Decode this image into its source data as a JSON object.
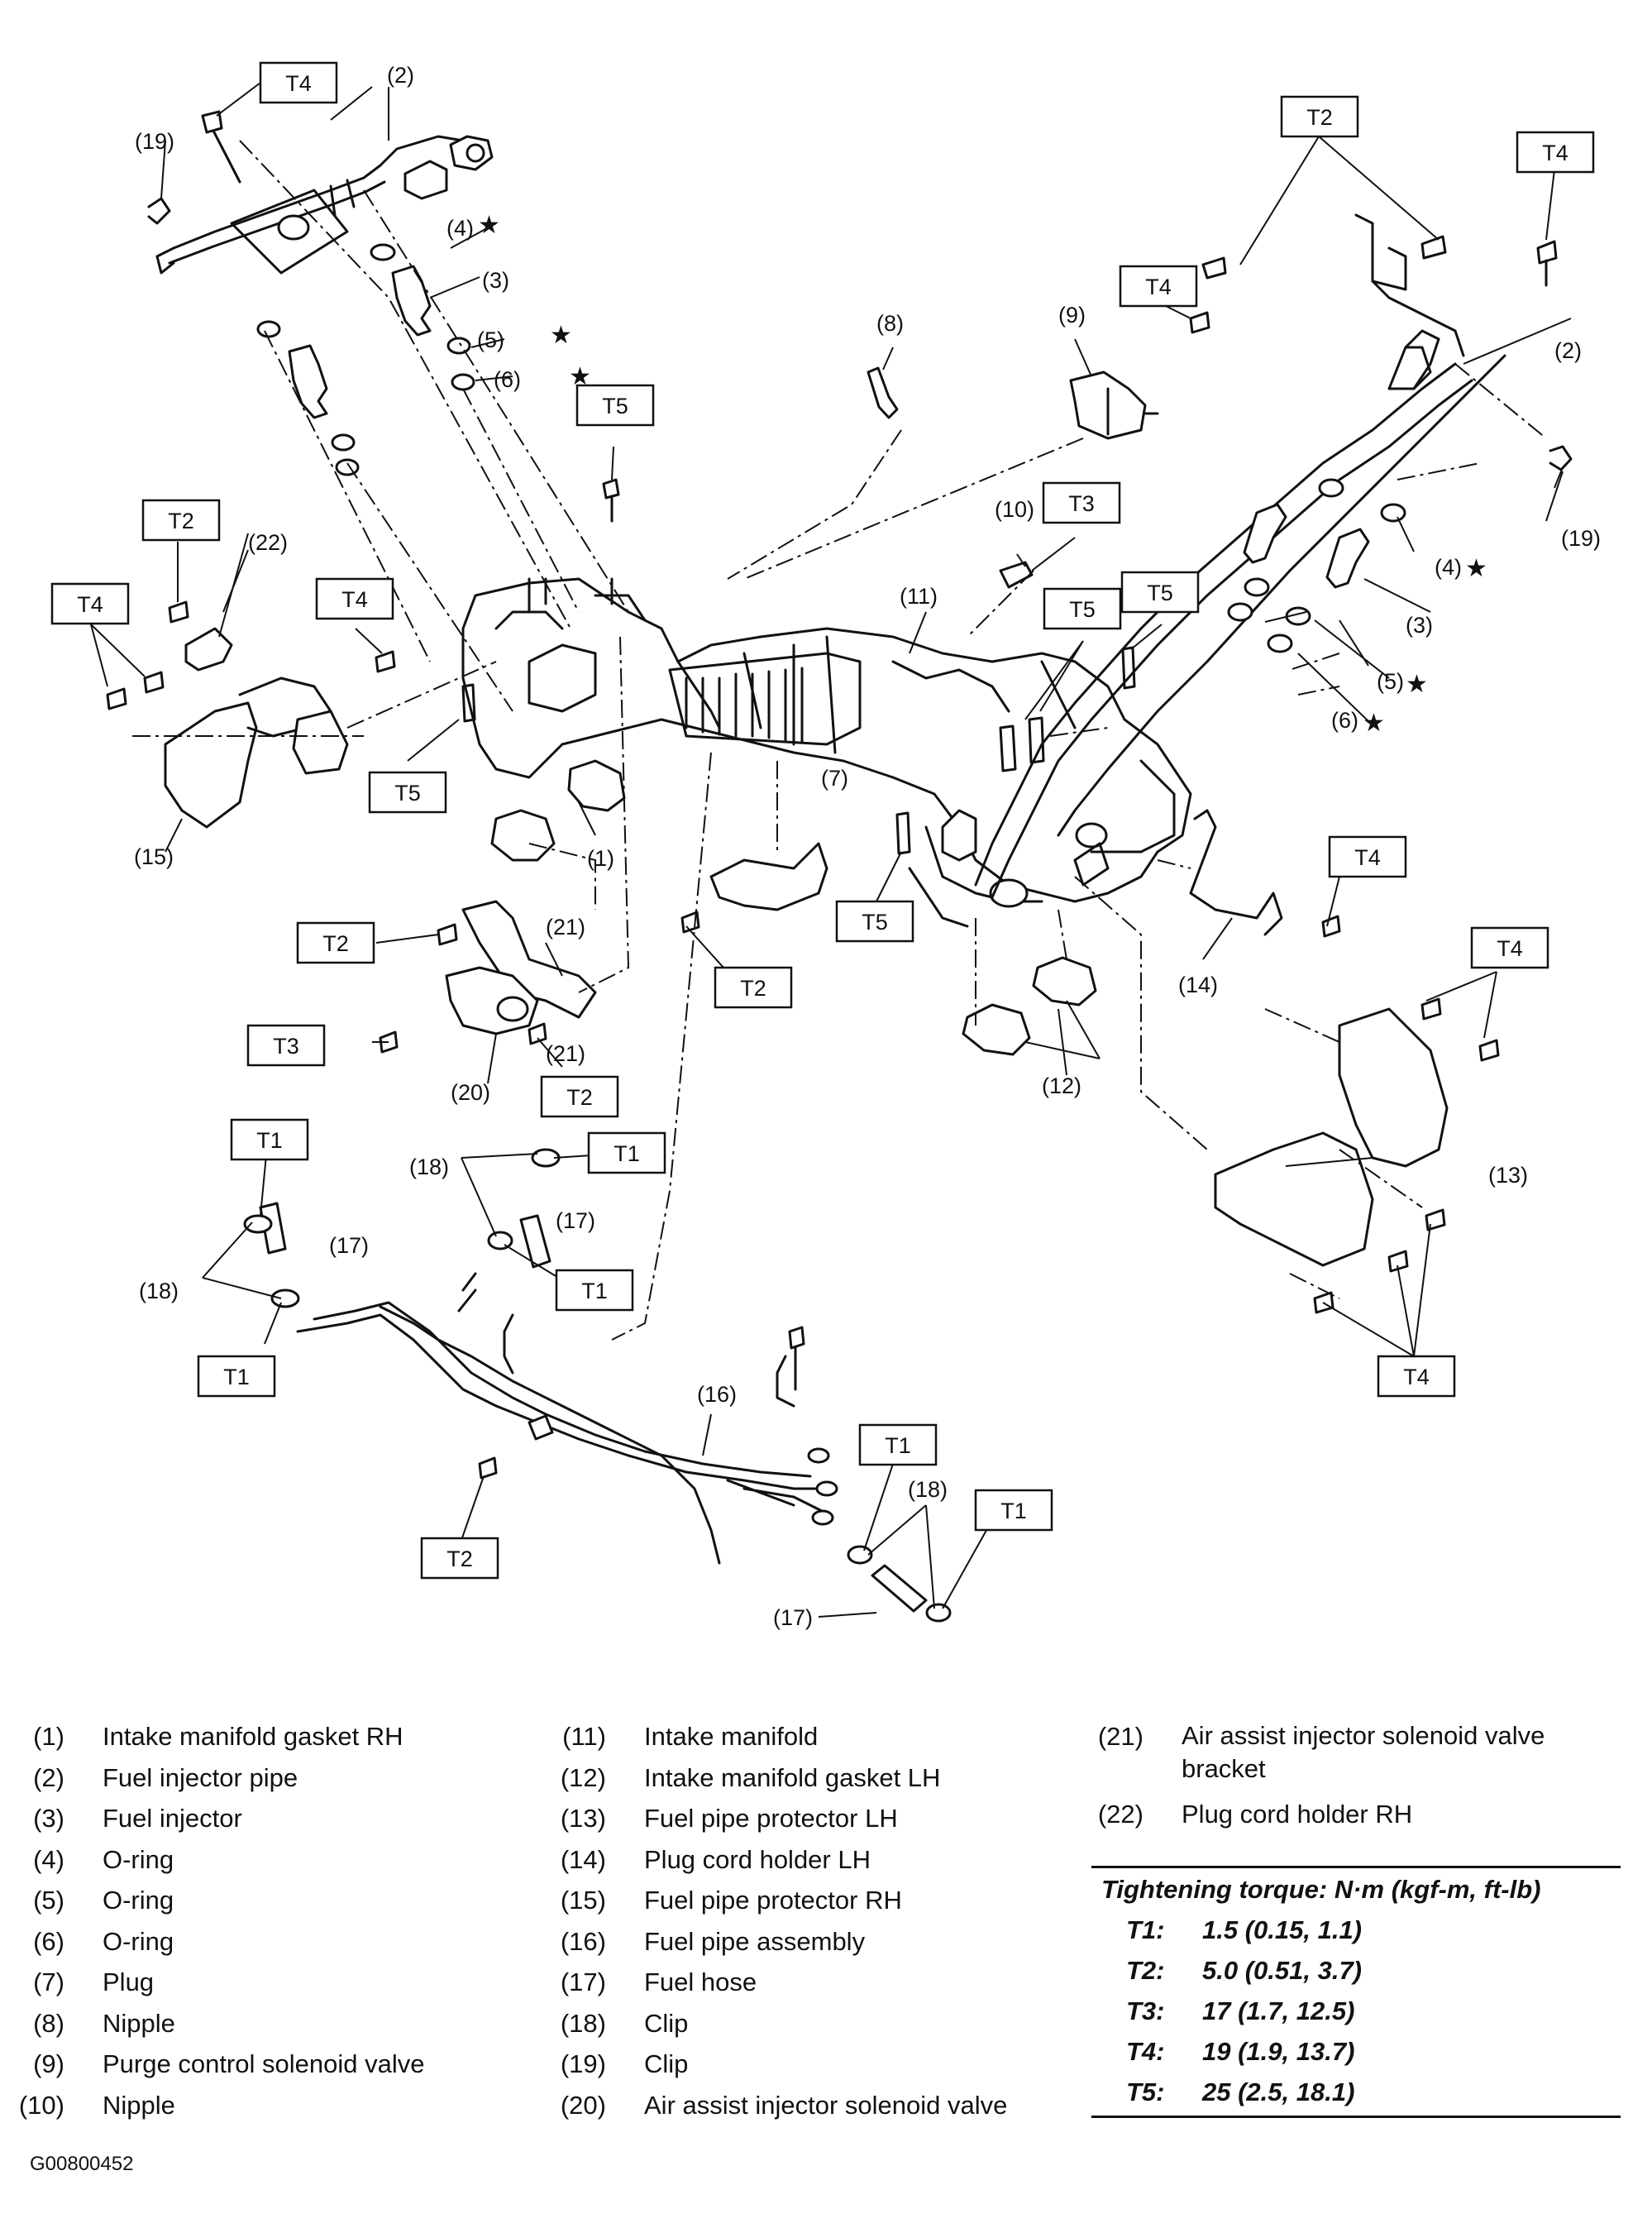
{
  "diagram": {
    "torque_tags": [
      "T1",
      "T2",
      "T3",
      "T4",
      "T5"
    ],
    "callouts": [
      "(1)",
      "(2)",
      "(3)",
      "(4)",
      "(5)",
      "(6)",
      "(7)",
      "(8)",
      "(9)",
      "(10)",
      "(11)",
      "(12)",
      "(13)",
      "(14)",
      "(15)",
      "(16)",
      "(17)",
      "(18)",
      "(19)",
      "(20)",
      "(21)",
      "(22)"
    ],
    "star": "★"
  },
  "legend": {
    "col1": [
      {
        "num": "(1)",
        "text": "Intake manifold gasket RH"
      },
      {
        "num": "(2)",
        "text": "Fuel injector pipe"
      },
      {
        "num": "(3)",
        "text": "Fuel injector"
      },
      {
        "num": "(4)",
        "text": "O-ring"
      },
      {
        "num": "(5)",
        "text": "O-ring"
      },
      {
        "num": "(6)",
        "text": "O-ring"
      },
      {
        "num": "(7)",
        "text": "Plug"
      },
      {
        "num": "(8)",
        "text": "Nipple"
      },
      {
        "num": "(9)",
        "text": "Purge control solenoid valve"
      },
      {
        "num": "(10)",
        "text": "Nipple"
      }
    ],
    "col2": [
      {
        "num": "(11)",
        "text": "Intake manifold"
      },
      {
        "num": "(12)",
        "text": "Intake manifold gasket LH"
      },
      {
        "num": "(13)",
        "text": "Fuel pipe protector LH"
      },
      {
        "num": "(14)",
        "text": "Plug cord holder LH"
      },
      {
        "num": "(15)",
        "text": "Fuel pipe protector RH"
      },
      {
        "num": "(16)",
        "text": "Fuel pipe assembly"
      },
      {
        "num": "(17)",
        "text": "Fuel hose"
      },
      {
        "num": "(18)",
        "text": "Clip"
      },
      {
        "num": "(19)",
        "text": "Clip"
      },
      {
        "num": "(20)",
        "text": "Air assist injector solenoid valve"
      }
    ],
    "col3": [
      {
        "num": "(21)",
        "text": "Air assist injector solenoid valve bracket"
      },
      {
        "num": "(22)",
        "text": "Plug cord holder RH"
      }
    ]
  },
  "torque": {
    "heading": "Tightening torque: N·m (kgf-m, ft-lb)",
    "rows": [
      {
        "key": "T1:",
        "value": "1.5 (0.15, 1.1)"
      },
      {
        "key": "T2:",
        "value": "5.0 (0.51, 3.7)"
      },
      {
        "key": "T3:",
        "value": "17 (1.7, 12.5)"
      },
      {
        "key": "T4:",
        "value": "19 (1.9, 13.7)"
      },
      {
        "key": "T5:",
        "value": "25 (2.5, 18.1)"
      }
    ]
  },
  "figure_code": "G00800452"
}
